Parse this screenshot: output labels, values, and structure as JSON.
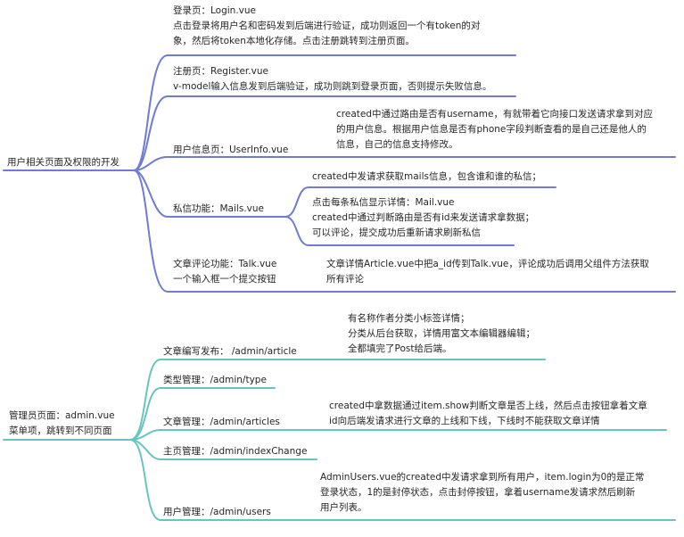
{
  "colors": {
    "branch1": "#6f7bd6",
    "branch2": "#69c4c1",
    "text": "#262626"
  },
  "section1": {
    "root": "用户相关页面及权限的开发",
    "login": [
      "登录页：Login.vue",
      "点击登录将用户名和密码发到后端进行验证，成功则返回一个有token的对",
      "象，然后将token本地化存储。点击注册跳转到注册页面。"
    ],
    "register": [
      "注册页：Register.vue",
      "v-model输入信息发到后端验证，成功则跳到登录页面，否则提示失败信息。"
    ],
    "userinfo": {
      "label": "用户信息页：UserInfo.vue",
      "detail": [
        "created中通过路由是否有username，有就带着它向接口发送请求拿到对应",
        "的用户信息。根据用户信息是否有phone字段判断查看的是自己还是他人的",
        "信息，自己的信息支持修改。"
      ]
    },
    "mails": {
      "label": "私信功能：Mails.vue",
      "detail1": [
        "created中发请求获取mails信息，包含谁和谁的私信；"
      ],
      "detail2": [
        "点击每条私信显示详情：Mail.vue",
        "created中通过判断路由是否有id来发送请求拿数据；",
        "可以评论，提交成功后重新请求刷新私信"
      ]
    },
    "talk": {
      "label": [
        "文章评论功能：Talk.vue",
        "一个输入框一个提交按钮"
      ],
      "detail": [
        "文章详情Article.vue中把a_id传到Talk.vue，评论成功后调用父组件方法获取",
        "所有评论"
      ]
    }
  },
  "section2": {
    "root": [
      "管理员页面：admin.vue",
      "菜单项，跳转到不同页面"
    ],
    "article": {
      "label": "文章编写发布：  /admin/article",
      "detail": [
        "有名称作者分类小标签详情；",
        "分类从后台获取，详情用富文本编辑器编辑；",
        "全都填完了Post给后端。"
      ]
    },
    "type": "类型管理：/admin/type",
    "articles": {
      "label": "文章管理：/admin/articles",
      "detail": [
        "created中拿数据通过item.show判断文章是否上线，然后点击按钮拿着文章",
        "id向后端发请求进行文章的上线和下线，下线时不能获取文章详情"
      ]
    },
    "index": "主页管理：/admin/indexChange",
    "users": {
      "label": "用户管理：/admin/users",
      "detail": [
        "AdminUsers.vue的created中发请求拿到所有用户，item.login为0的是正常",
        "登录状态，1的是封停状态，点击封停按钮，拿着username发请求然后刷新",
        "用户列表。"
      ]
    }
  }
}
